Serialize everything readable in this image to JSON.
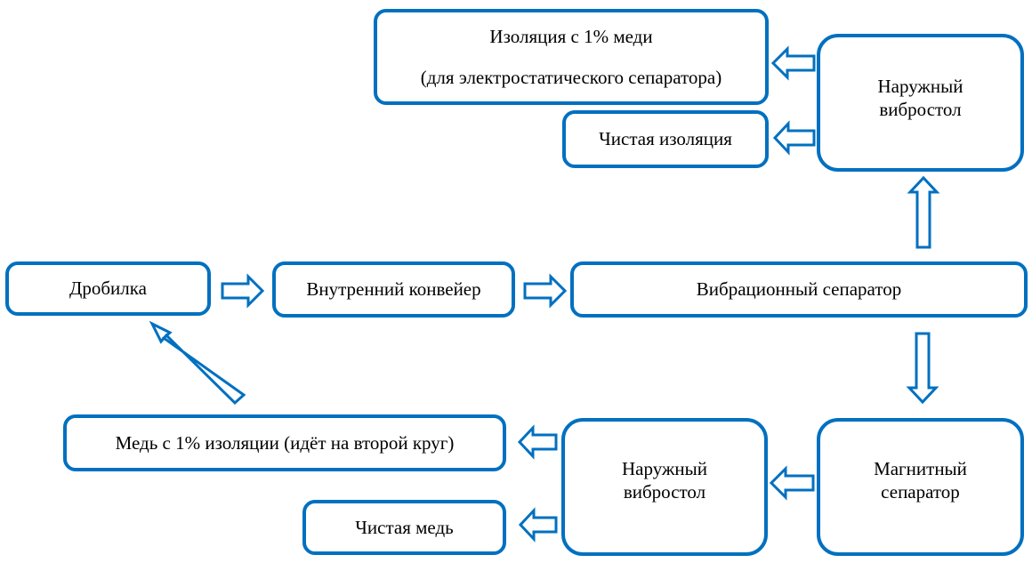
{
  "diagram": {
    "accent_color": "#0070C0",
    "nodes": {
      "crusher": {
        "lines": [
          "Дробилка"
        ]
      },
      "inner_conveyor": {
        "lines": [
          "Внутренний конвейер"
        ]
      },
      "vibration_separator": {
        "lines": [
          "Вибрационный сепаратор"
        ]
      },
      "outer_vibrotable_top": {
        "lines": [
          "Наружный",
          "вибростол"
        ]
      },
      "insulation_with_copper": {
        "lines": [
          "Изоляция с 1% меди",
          "(для электростатического сепаратора)"
        ]
      },
      "clean_insulation": {
        "lines": [
          "Чистая изоляция"
        ]
      },
      "magnetic_separator": {
        "lines": [
          "Магнитный",
          "сепаратор"
        ]
      },
      "outer_vibrotable_bottom": {
        "lines": [
          "Наружный",
          "вибростол"
        ]
      },
      "copper_with_insulation": {
        "lines": [
          "Медь с 1% изоляции (идёт на второй круг)"
        ]
      },
      "clean_copper": {
        "lines": [
          "Чистая медь"
        ]
      }
    },
    "edges": [
      {
        "from": "crusher",
        "to": "inner_conveyor"
      },
      {
        "from": "inner_conveyor",
        "to": "vibration_separator"
      },
      {
        "from": "vibration_separator",
        "to": "outer_vibrotable_top"
      },
      {
        "from": "outer_vibrotable_top",
        "to": "insulation_with_copper"
      },
      {
        "from": "outer_vibrotable_top",
        "to": "clean_insulation"
      },
      {
        "from": "vibration_separator",
        "to": "magnetic_separator"
      },
      {
        "from": "magnetic_separator",
        "to": "outer_vibrotable_bottom"
      },
      {
        "from": "outer_vibrotable_bottom",
        "to": "copper_with_insulation"
      },
      {
        "from": "outer_vibrotable_bottom",
        "to": "clean_copper"
      },
      {
        "from": "copper_with_insulation",
        "to": "crusher"
      }
    ]
  }
}
